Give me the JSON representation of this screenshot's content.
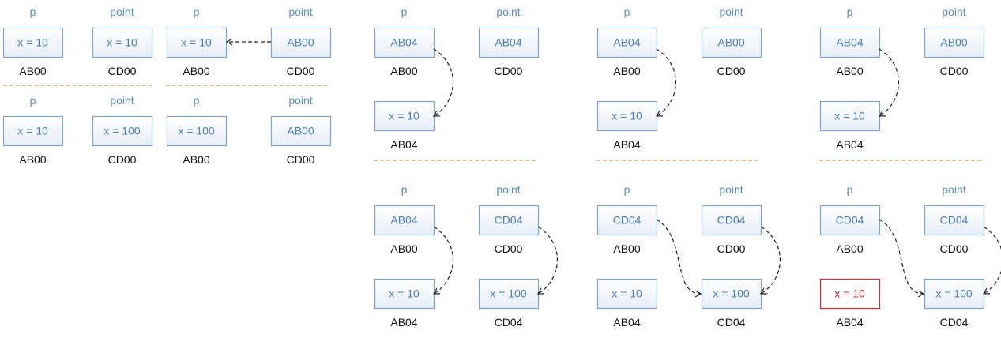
{
  "colors": {
    "var_label": "#5b8fc9",
    "box_border": "#7aa6d6",
    "box_fill_top": "#ffffff",
    "box_fill_bottom": "#e7eef8",
    "box_text": "#4a7fc0",
    "highlight_red": "#e8262a",
    "separator": "#e8922e",
    "arrow": "#222222"
  },
  "cells": [
    {
      "id": "c1",
      "var": "p",
      "value": "x = 10",
      "addr": "AB00"
    },
    {
      "id": "c2",
      "var": "point",
      "value": "x = 10",
      "addr": "CD00"
    },
    {
      "id": "c3",
      "var": "p",
      "value": "x = 10",
      "addr": "AB00"
    },
    {
      "id": "c4",
      "var": "point",
      "value": "AB00",
      "addr": "CD00"
    },
    {
      "id": "c5",
      "var": "p",
      "value": "x = 10",
      "addr": "AB00"
    },
    {
      "id": "c6",
      "var": "point",
      "value": "x = 100",
      "addr": "CD00"
    },
    {
      "id": "c7",
      "var": "p",
      "value": "x = 100",
      "addr": "AB00"
    },
    {
      "id": "c8",
      "var": "point",
      "value": "AB00",
      "addr": "CD00"
    },
    {
      "id": "d1",
      "var": "p",
      "value": "AB04",
      "addr": "AB00"
    },
    {
      "id": "d2",
      "var": "point",
      "value": "AB04",
      "addr": "CD00"
    },
    {
      "id": "d3",
      "var": "",
      "value": "x = 10",
      "addr": "AB04"
    },
    {
      "id": "e1",
      "var": "p",
      "value": "AB04",
      "addr": "AB00"
    },
    {
      "id": "e2",
      "var": "point",
      "value": "AB00",
      "addr": "CD00"
    },
    {
      "id": "e3",
      "var": "",
      "value": "x = 10",
      "addr": "AB04"
    },
    {
      "id": "f1",
      "var": "p",
      "value": "AB04",
      "addr": "AB00"
    },
    {
      "id": "f2",
      "var": "point",
      "value": "AB00",
      "addr": "CD00"
    },
    {
      "id": "f3",
      "var": "",
      "value": "x = 10",
      "addr": "AB04"
    },
    {
      "id": "g1",
      "var": "p",
      "value": "AB04",
      "addr": "AB00"
    },
    {
      "id": "g2",
      "var": "point",
      "value": "CD04",
      "addr": "CD00"
    },
    {
      "id": "g3",
      "var": "",
      "value": "x = 10",
      "addr": "AB04"
    },
    {
      "id": "g4",
      "var": "",
      "value": "x = 100",
      "addr": "CD04"
    },
    {
      "id": "h1",
      "var": "p",
      "value": "CD04",
      "addr": "AB00"
    },
    {
      "id": "h2",
      "var": "point",
      "value": "CD04",
      "addr": "CD00"
    },
    {
      "id": "h3",
      "var": "",
      "value": "x = 10",
      "addr": "AB04"
    },
    {
      "id": "h4",
      "var": "",
      "value": "x = 100",
      "addr": "CD04"
    },
    {
      "id": "i1",
      "var": "p",
      "value": "CD04",
      "addr": "AB00"
    },
    {
      "id": "i2",
      "var": "point",
      "value": "CD04",
      "addr": "CD00"
    },
    {
      "id": "i3",
      "var": "",
      "value": "x = 10",
      "addr": "AB04",
      "highlight": true
    },
    {
      "id": "i4",
      "var": "",
      "value": "x = 100",
      "addr": "CD04"
    }
  ]
}
